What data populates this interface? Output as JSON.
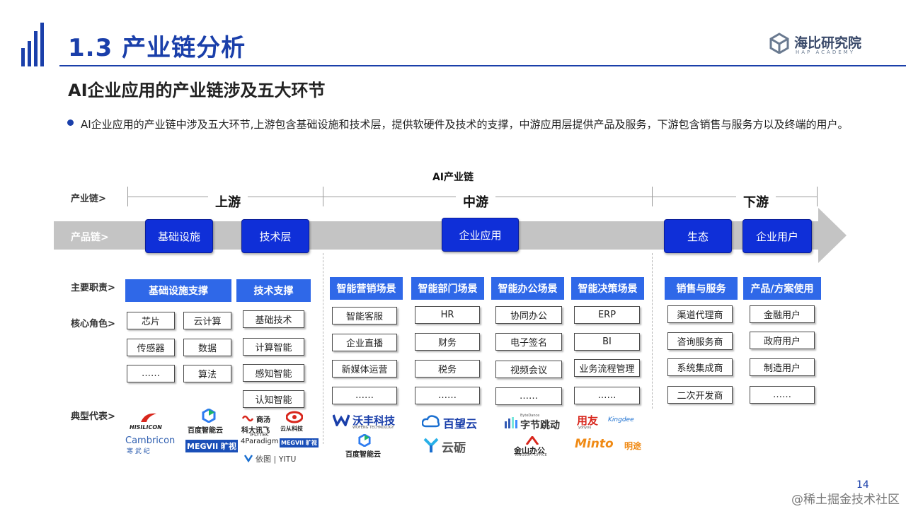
{
  "header": {
    "title": "1.3 产业链分析",
    "logo_name": "海比研究院",
    "logo_sub": "HAP ACADEMY"
  },
  "subtitle": "AI企业应用的产业链涉及五大环节",
  "bullet": "AI企业应用的产业链中涉及五大环节,上游包含基础设施和技术层，提供软硬件及技术的支撑，中游应用层提供产品及服务，下游包含销售与服务方以及终端的用户。",
  "chain": {
    "title": "AI产业链",
    "labels": {
      "chain": "产业链>",
      "product": "产品链>",
      "duty": "主要职责>",
      "role": "核心角色>",
      "rep": "典型代表>"
    },
    "stages": [
      "上游",
      "中游",
      "下游"
    ],
    "products": [
      "基础设施",
      "技术层",
      "企业应用",
      "生态",
      "企业用户"
    ],
    "duties": [
      "基础设施支撑",
      "技术支撑",
      "智能营销场景",
      "智能部门场景",
      "智能办公场景",
      "智能决策场景",
      "销售与服务",
      "产品/方案使用"
    ],
    "columns": [
      [
        "芯片",
        "传感器",
        "……"
      ],
      [
        "云计算",
        "数据",
        "算法"
      ],
      [
        "基础技术",
        "计算智能",
        "感知智能",
        "认知智能"
      ],
      [
        "智能客服",
        "企业直播",
        "新媒体运营",
        "……"
      ],
      [
        "HR",
        "财务",
        "税务",
        "……"
      ],
      [
        "协同办公",
        "电子签名",
        "视频会议",
        "……"
      ],
      [
        "ERP",
        "BI",
        "业务流程管理",
        "……"
      ],
      [
        "渠道代理商",
        "咨询服务商",
        "系统集成商",
        "二次开发商"
      ],
      [
        "金融用户",
        "政府用户",
        "制造用户",
        "……"
      ]
    ]
  },
  "logos": {
    "hisilicon": "HISILICON",
    "baidu_cloud": "百度智能云",
    "cambricon": "Cambricon",
    "cambricon_cn": "寒 武 纪",
    "megvii": "MEGVII 旷视",
    "shangtang": "商汤",
    "iflytek": "科大讯飞",
    "iflytek_en": "iFLYTEK",
    "yuncong": "云从科技",
    "paradigm": "4Paradigm",
    "megvii_small": "MEGVII 旷视",
    "yitu": "依图 | YITU",
    "wofeng": "沃丰科技",
    "wofeng_en": "WOFENG TECHNOLOGY",
    "baiwang": "百望云",
    "yunsuo": "云砺",
    "bytedance": "字节跳动",
    "bytedance_en": "ByteDance",
    "kingsoft": "金山办公",
    "kingsoft_en": "KINGSOFT OFFICE",
    "yonyou": "用友",
    "yonyou_en": "yonyou",
    "kingdee": "Kingdee",
    "minto": "Minto",
    "minto_cn": "明途"
  },
  "page_number": "14",
  "watermark": "@稀土掘金技术社区",
  "colors": {
    "brand": "#1a3faa",
    "product_box": "#0f2fd8",
    "duty_box": "#2f68e8",
    "arrow": "#c4c4c4"
  }
}
